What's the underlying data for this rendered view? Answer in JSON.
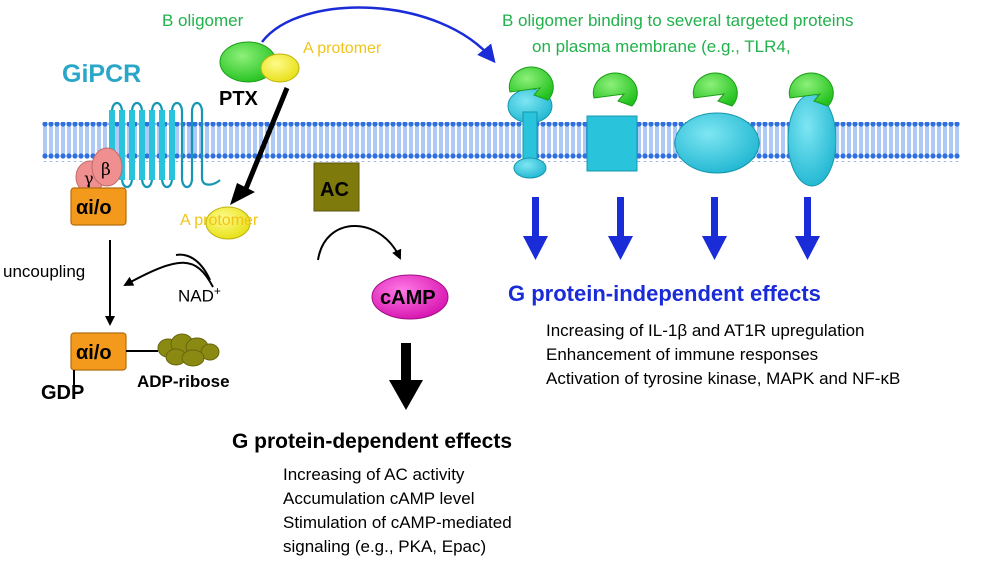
{
  "labels": {
    "b_oligomer": "B oligomer",
    "a_protomer_top": "A protomer",
    "ptx": "PTX",
    "gipcr": "GiPCR",
    "gamma": "γ",
    "beta": "β",
    "alpha_top": "αi/o",
    "a_protomer_mid": "A protomer",
    "ac": "AC",
    "camp": "cAMP",
    "uncoupling": "uncoupling",
    "nad": "NAD",
    "nad_sup": "+",
    "alpha_bottom": "αi/o",
    "adp_ribose": "ADP-ribose",
    "gdp": "GDP"
  },
  "b_binding_text": [
    "B oligomer binding to several targeted proteins",
    "on plasma membrane (e.g., TLR4,"
  ],
  "independent": {
    "heading": "G protein-independent effects",
    "items": [
      "Increasing of IL-1β and AT1R upregulation",
      "Enhancement of immune responses",
      "Activation of tyrosine kinase, MAPK and NF-κB"
    ]
  },
  "dependent": {
    "heading": "G protein-dependent effects",
    "items": [
      "Increasing of AC activity",
      "Accumulation cAMP level",
      "Stimulation of cAMP-mediated",
      "signaling (e.g., PKA, Epac)"
    ]
  },
  "colors": {
    "membrane_blue": "#2f6fe0",
    "receptor_cyan": "#29c3dc",
    "b_oligomer_green": "#36d82d",
    "a_protomer_yellow": "#f2ee1f",
    "alpha_orange": "#f39a1d",
    "gamma_pink": "#ef8f8f",
    "ac_olive": "#7f7a0c",
    "camp_magenta": "#e51fc0",
    "arrow_blue": "#1a2bd8"
  }
}
